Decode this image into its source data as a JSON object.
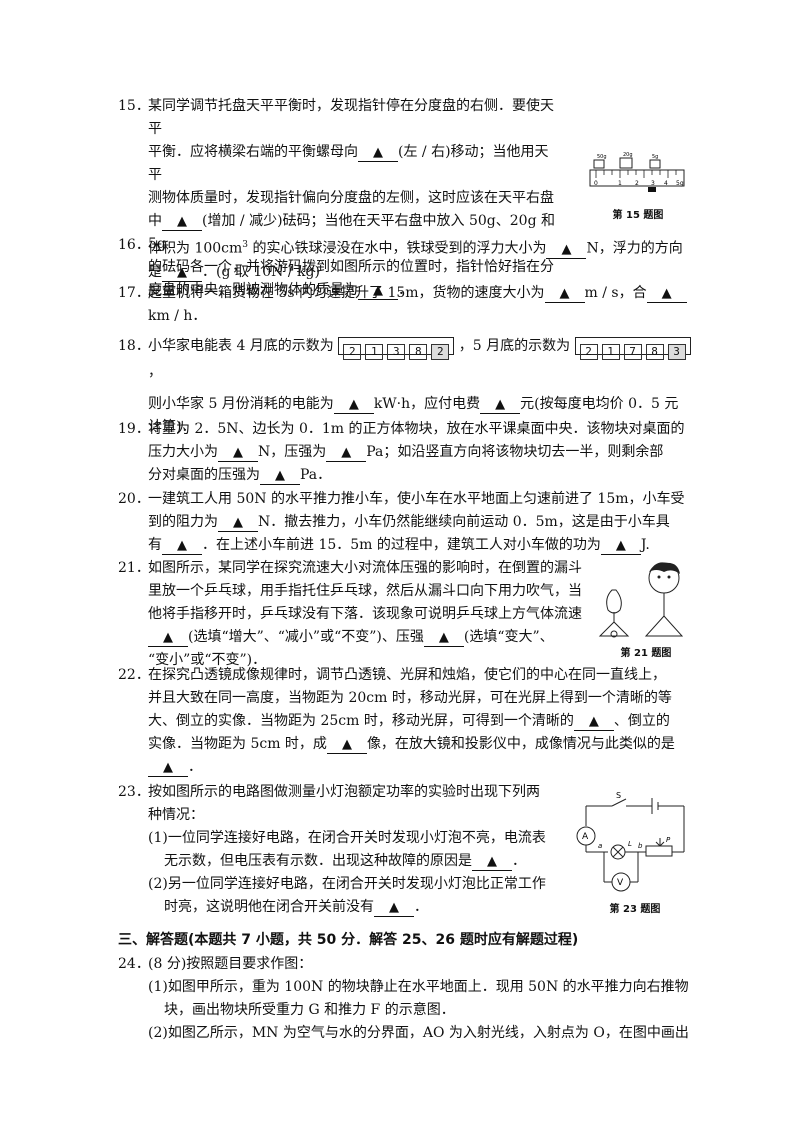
{
  "blank_mark": "▲",
  "q15": {
    "num": "15．",
    "lines": [
      "某同学调节托盘天平平衡时，发现指针停在分度盘的右侧．要使天平",
      "平衡．应将横梁右端的平衡螺母向",
      "(左 / 右)移动；当他用天平",
      "测物体质量时，发现指针偏向分度盘的左侧，这时应该在天平右盘",
      "中",
      "(增加 / 减少)砝码；当他在天平右盘中放入 50g、20g 和 5g",
      "的砝码各一个，并将游码拨到如图所示的位置时，指针恰好指在分",
      "度盘的中央，则被测物体的质量为",
      "．"
    ],
    "fig_caption": "第 15 题图",
    "scale_ticks": [
      "0",
      "1",
      "2",
      "3",
      "4",
      "5g"
    ],
    "weights": [
      "50g",
      "20g",
      "5g"
    ]
  },
  "q16": {
    "num": "16．",
    "line1_a": "体积为 100cm",
    "line1_sup": "3",
    "line1_b": " 的实心铁球浸没在水中，铁球受到的浮力大小为",
    "line1_c": "N，浮力的方向",
    "line2_a": "是",
    "line2_b": "．(g 取 10N / kg)"
  },
  "q17": {
    "num": "17．",
    "line1_a": "起重机将一箱货物在 5s 内匀速提升了 15m，货物的速度大小为",
    "line1_b": "m / s，合",
    "line2": "km / h．"
  },
  "q18": {
    "num": "18．",
    "line1_a": "小华家电能表 4 月底的示数为",
    "line1_b": "，5 月底的示数为",
    "line1_c": "，",
    "meter_april": [
      "2",
      "1",
      "3",
      "8",
      "2"
    ],
    "meter_may": [
      "2",
      "1",
      "7",
      "8",
      "3"
    ],
    "line2_a": "则小华家 5 月份消耗的电能为",
    "line2_b": "kW·h，应付电费",
    "line2_c": "元(按每度电均价 0．5 元",
    "line3": "计算)．"
  },
  "q19": {
    "num": "19．",
    "line1": "将重为 2．5N、边长为 0．1m 的正方体物块，放在水平课桌面中央．该物块对桌面的",
    "line2_a": "压力大小为",
    "line2_b": "N，压强为",
    "line2_c": "Pa；如沿竖直方向将该物块切去一半，则剩余部",
    "line3_a": "分对桌面的压强为",
    "line3_b": "Pa．"
  },
  "q20": {
    "num": "20．",
    "line1": "一建筑工人用 50N 的水平推力推小车，使小车在水平地面上匀速前进了 15m，小车受",
    "line2_a": "到的阻力为",
    "line2_b": "N．撤去推力，小车仍然能继续向前运动 0．5m，这是由于小车具",
    "line3_a": "有",
    "line3_b": "．在上述小车前进 15．5m 的过程中，建筑工人对小车做的功为",
    "line3_c": "J."
  },
  "q21": {
    "num": "21．",
    "line1": "如图所示，某同学在探究流速大小对流体压强的影响时，在倒置的漏斗",
    "line2": "里放一个乒乓球，用手指托住乒乓球，然后从漏斗口向下用力吹气，当",
    "line3": "他将手指移开时，乒乓球没有下落．该现象可说明乒乓球上方气体流速",
    "line4_a": "(选填“增大”、“减小”或“不变”)、压强",
    "line4_b": "(选填“变大”、",
    "line5": "“变小”或“不变”)．",
    "fig_caption": "第 21 题图"
  },
  "q22": {
    "num": "22．",
    "line1": "在探究凸透镜成像规律时，调节凸透镜、光屏和烛焰，使它们的中心在同一直线上，",
    "line2": "并且大致在同一高度，当物距为 20cm 时，移动光屏，可在光屏上得到一个清晰的等",
    "line3_a": "大、倒立的实像．当物距为 25cm 时，移动光屏，可得到一个清晰的",
    "line3_b": "、倒立的",
    "line4_a": "实像．当物距为 5cm 时，成",
    "line4_b": "像，在放大镜和投影仪中，成像情况与此类似的是",
    "line5": "．"
  },
  "q23": {
    "num": "23．",
    "line1": "按如图所示的电路图做测量小灯泡额定功率的实验时出现下列两",
    "line2": "种情况：",
    "s1_a": "(1)一位同学连接好电路，在闭合开关时发现小灯泡不亮，电流表",
    "s1_b": "无示数，但电压表有示数．出现这种故障的原因是",
    "s1_c": "．",
    "s2_a": "(2)另一位同学连接好电路，在闭合开关时发现小灯泡比正常工作",
    "s2_b": "时亮，这说明他在闭合开关前没有",
    "s2_c": "．",
    "fig_caption": "第 23 题图",
    "fig_labels": [
      "S",
      "A",
      "V",
      "a",
      "b",
      "L",
      "P"
    ]
  },
  "section3": {
    "title": "三、解答题(本题共 7 小题，共 50 分．解答 25、26 题时应有解题过程)"
  },
  "q24": {
    "num": "24．",
    "line1": "(8 分)按照题目要求作图：",
    "s1_a": "(1)如图甲所示，重为 100N 的物块静止在水平地面上．现用 50N 的水平推力向右推物",
    "s1_b": "块，画出物块所受重力 G 和推力 F 的示意图．",
    "s2": "(2)如图乙所示，MN 为空气与水的分界面，AO 为入射光线，入射点为 O，在图中画出"
  }
}
